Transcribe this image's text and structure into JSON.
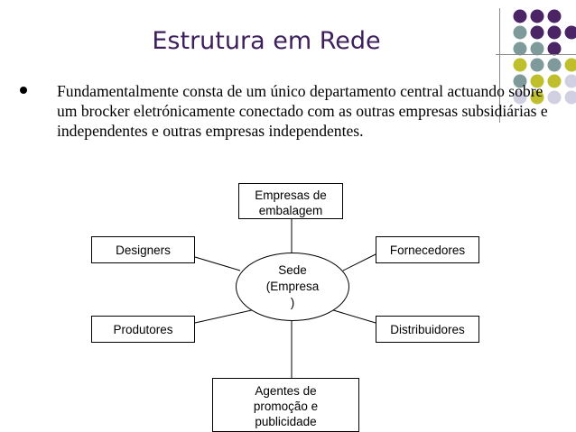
{
  "slide": {
    "title": "Estrutura em Rede",
    "bullet": "Fundamentalmente consta de um único departamento central actuando sobre um brocker eletrónicamente conectado com as outras empresas subsidiárias e  independentes e outras empresas independentes."
  },
  "diagram": {
    "center": "Sede\n(Empresa\n)",
    "nodes": {
      "top": "Empresas de\nembalagem",
      "left_top": "Designers",
      "right_top": "Fornecedores",
      "left_bottom": "Produtores",
      "right_bottom": "Distribuidores",
      "bottom": "Agentes de\npromoção e\npublicidade"
    }
  },
  "decor": {
    "colors": {
      "purple": "#4b2466",
      "teal": "#7f9a9a",
      "olive": "#bfbf2e",
      "lavender": "#d0d0e2"
    }
  }
}
